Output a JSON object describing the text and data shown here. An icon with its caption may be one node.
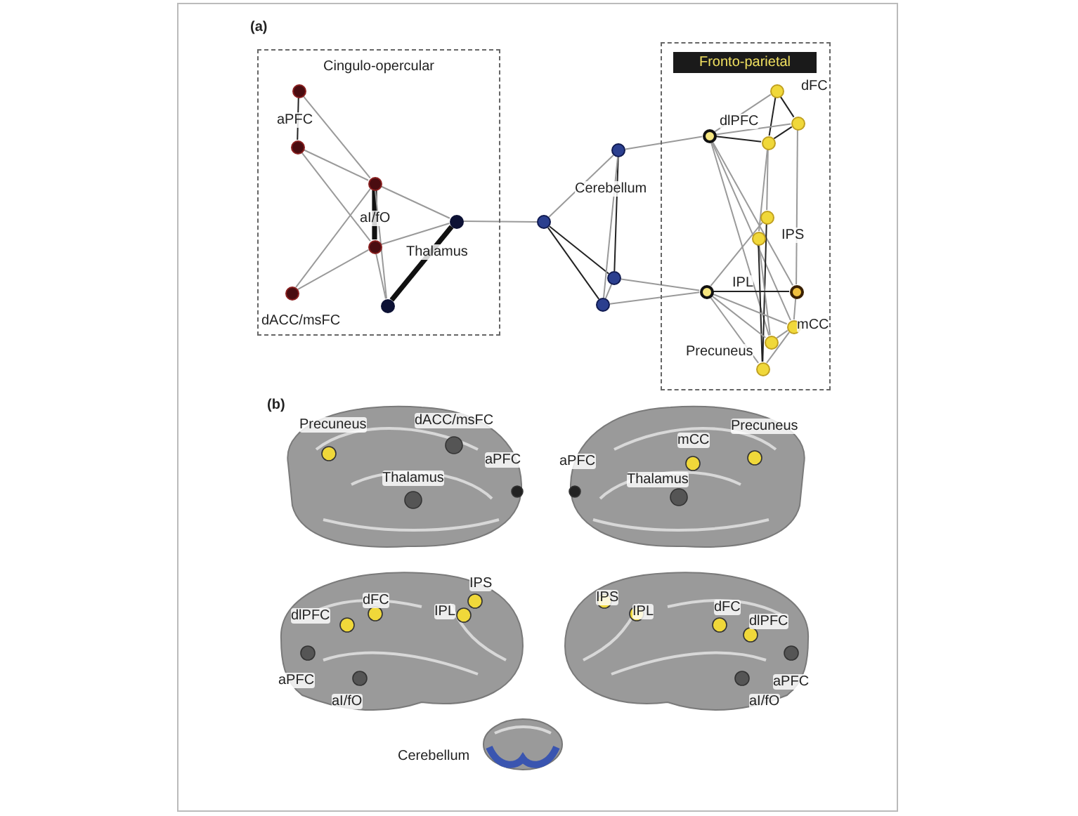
{
  "diagram": {
    "nodes": [
      {
        "text": [
          "Cingulo-opercular"
        ]
      },
      {
        "text": [
          "Fronto-parietal"
        ]
      },
      {
        "text": [],
        "shape": "circle",
        "in": 0
      },
      {
        "text": [],
        "shape": "circle",
        "in": 0
      },
      {
        "text": [],
        "shape": "circle",
        "in": 0
      },
      {
        "text": [],
        "shape": "circle",
        "in": 0
      },
      {
        "text": [],
        "shape": "circle",
        "in": 0
      },
      {
        "text": [],
        "shape": "circle",
        "in": 0
      },
      {
        "text": [],
        "shape": "circle",
        "in": 0
      },
      {
        "text": [],
        "shape": "circle"
      },
      {
        "text": [],
        "shape": "circle"
      },
      {
        "text": [],
        "shape": "circle"
      },
      {
        "text": [],
        "shape": "circle"
      },
      {
        "text": [],
        "shape": "circle",
        "in": 1
      },
      {
        "text": [],
        "shape": "circle",
        "in": 1
      },
      {
        "text": [],
        "shape": "circle",
        "in": 1
      },
      {
        "text": [],
        "shape": "circle",
        "in": 1
      },
      {
        "text": [],
        "shape": "circle",
        "in": 1
      },
      {
        "text": [],
        "shape": "circle",
        "in": 1
      },
      {
        "text": [],
        "shape": "circle",
        "in": 1
      },
      {
        "text": [],
        "shape": "circle",
        "in": 1
      },
      {
        "text": [],
        "shape": "circle",
        "in": 1
      },
      {
        "text": [],
        "shape": "circle",
        "in": 1
      },
      {
        "text": [],
        "shape": "circle",
        "in": 1
      }
    ],
    "edges": [
      {
        "from": 2,
        "to": 3,
        "arrow": "none",
        "color": "#222222"
      },
      {
        "from": 2,
        "to": 4,
        "arrow": "none"
      },
      {
        "from": 3,
        "to": 4,
        "arrow": "none"
      },
      {
        "from": 3,
        "to": 5,
        "arrow": "none"
      },
      {
        "from": 4,
        "to": 5,
        "arrow": "none",
        "style": "thick",
        "color": "#111111"
      },
      {
        "from": 4,
        "to": 7,
        "arrow": "none"
      },
      {
        "from": 5,
        "to": 7,
        "arrow": "none"
      },
      {
        "from": 6,
        "to": 4,
        "arrow": "none"
      },
      {
        "from": 6,
        "to": 5,
        "arrow": "none"
      },
      {
        "from": 4,
        "to": 8,
        "arrow": "none"
      },
      {
        "from": 5,
        "to": 8,
        "arrow": "none"
      },
      {
        "from": 7,
        "to": 8,
        "arrow": "none",
        "style": "thick",
        "color": "#111111"
      },
      {
        "from": 7,
        "to": 9,
        "arrow": "none"
      },
      {
        "from": 9,
        "to": 10,
        "arrow": "none"
      },
      {
        "from": 9,
        "to": 11,
        "arrow": "none",
        "color": "#222222"
      },
      {
        "from": 9,
        "to": 12,
        "arrow": "none",
        "color": "#222222"
      },
      {
        "from": 10,
        "to": 11,
        "arrow": "none",
        "color": "#222222"
      },
      {
        "from": 10,
        "to": 12,
        "arrow": "none"
      },
      {
        "from": 11,
        "to": 12,
        "arrow": "none"
      },
      {
        "from": 10,
        "to": 15,
        "arrow": "none"
      },
      {
        "from": 11,
        "to": 19,
        "arrow": "none"
      },
      {
        "from": 12,
        "to": 19,
        "arrow": "none"
      },
      {
        "from": 13,
        "to": 14,
        "arrow": "none",
        "color": "#222222"
      },
      {
        "from": 13,
        "to": 15,
        "arrow": "none"
      },
      {
        "from": 13,
        "to": 16,
        "arrow": "none",
        "color": "#222222"
      },
      {
        "from": 14,
        "to": 16,
        "arrow": "none",
        "color": "#222222"
      },
      {
        "from": 15,
        "to": 16,
        "arrow": "none",
        "color": "#222222"
      },
      {
        "from": 15,
        "to": 14,
        "arrow": "none"
      },
      {
        "from": 16,
        "to": 17,
        "arrow": "none"
      },
      {
        "from": 16,
        "to": 18,
        "arrow": "none"
      },
      {
        "from": 14,
        "to": 20,
        "arrow": "none"
      },
      {
        "from": 15,
        "to": 20,
        "arrow": "none"
      },
      {
        "from": 15,
        "to": 21,
        "arrow": "none"
      },
      {
        "from": 15,
        "to": 22,
        "arrow": "none"
      },
      {
        "from": 17,
        "to": 19,
        "arrow": "none"
      },
      {
        "from": 17,
        "to": 23,
        "arrow": "none",
        "color": "#222222"
      },
      {
        "from": 18,
        "to": 22,
        "arrow": "none"
      },
      {
        "from": 18,
        "to": 23,
        "arrow": "none",
        "color": "#222222"
      },
      {
        "from": 19,
        "to": 20,
        "arrow": "none",
        "color": "#222222"
      },
      {
        "from": 19,
        "to": 21,
        "arrow": "none"
      },
      {
        "from": 19,
        "to": 22,
        "arrow": "none"
      },
      {
        "from": 19,
        "to": 23,
        "arrow": "none"
      },
      {
        "from": 21,
        "to": 22,
        "arrow": "none"
      },
      {
        "from": 21,
        "to": 23,
        "arrow": "none"
      },
      {
        "from": 20,
        "to": 21,
        "arrow": "none"
      }
    ],
    "labels": [
      "(a)",
      "aPFC",
      "aI/fO",
      "Thalamus",
      "dACC/msFC",
      "Cerebellum",
      "dFC",
      "dlPFC",
      "IPS",
      "IPL",
      "mCC",
      "Precuneus",
      "(b)",
      "Precuneus",
      "dACC/msFC",
      "aPFC",
      "Thalamus",
      "aPFC",
      "mCC",
      "Precuneus",
      "Thalamus",
      "IPS",
      "dlPFC",
      "dFC",
      "IPL",
      "aPFC",
      "aI/fO",
      "IPS",
      "IPL",
      "dFC",
      "dlPFC",
      "aPFC",
      "aI/fO",
      "Cerebellum"
    ]
  }
}
